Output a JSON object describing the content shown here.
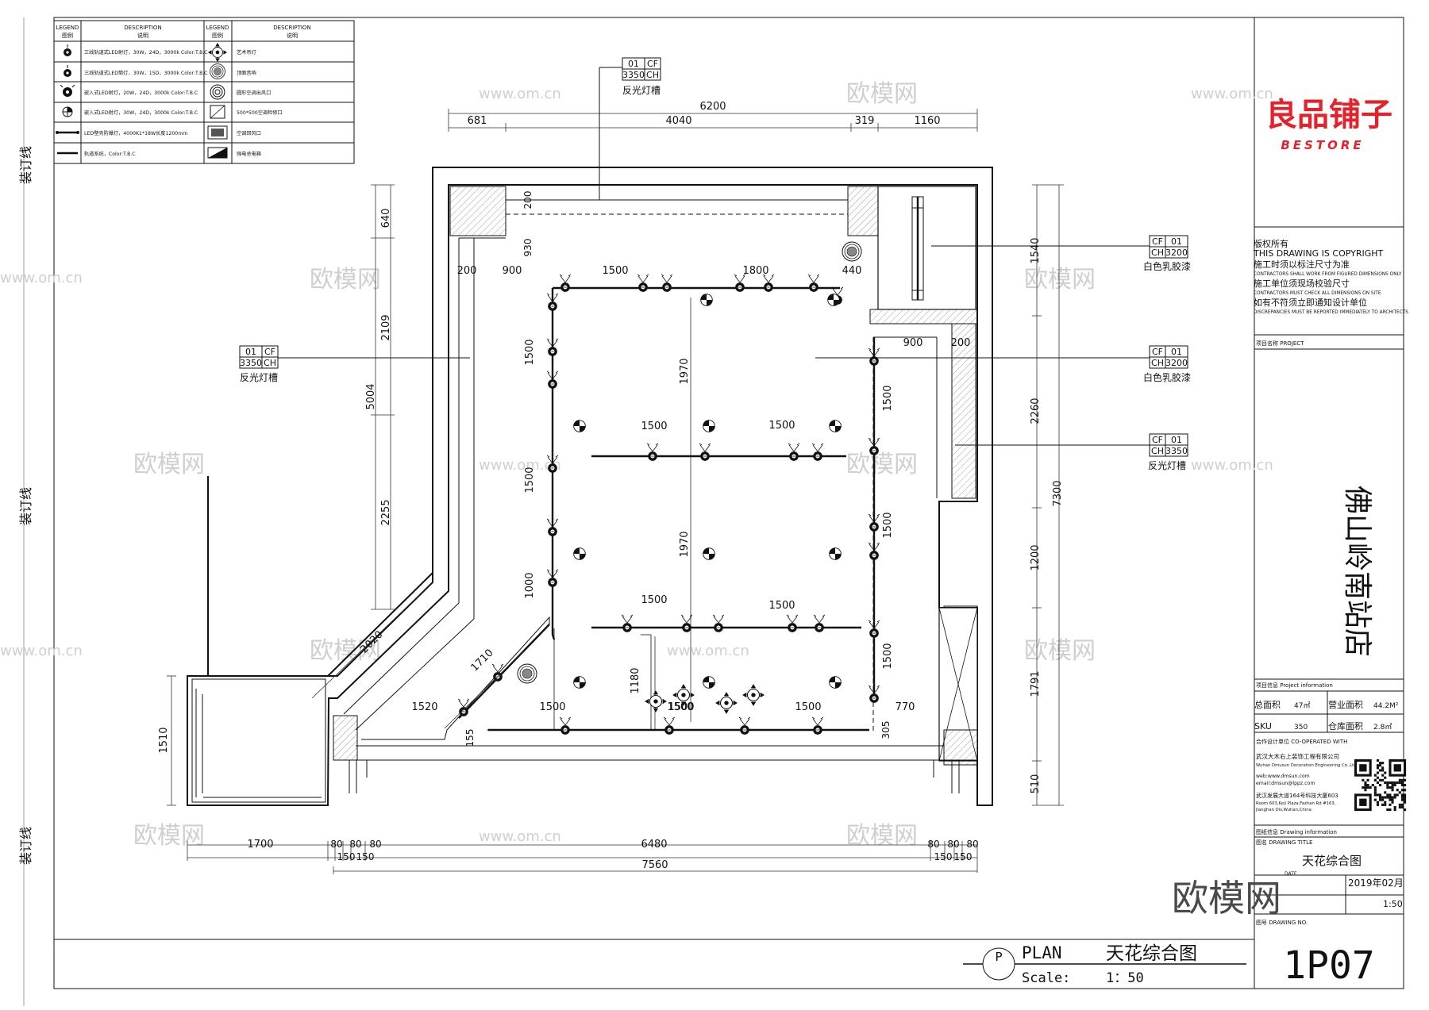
{
  "binding_marks": [
    "装订线",
    "装订线",
    "装订线"
  ],
  "legend": {
    "headers": {
      "legend_en": "LEGEND",
      "legend_cn": "图例",
      "desc_en": "DESCRIPTION",
      "desc_cn": "说明"
    },
    "left_items": [
      {
        "icon": "track-spotlight-icon",
        "text": "三线轨道式LED射灯，30W，24D，3000k Color:T.B.C"
      },
      {
        "icon": "track-spotlight-small-icon",
        "text": "三线轨道式LED筒灯，30W，15D，3000k Color:T.B.C"
      },
      {
        "icon": "recessed-spotlight-icon",
        "text": "嵌入式LED射灯，20W，24D，3000k Color:T.B.C"
      },
      {
        "icon": "recessed-spotlight-30w-icon",
        "text": "嵌入式LED射灯，30W，24D，3000k Color:T.B.C"
      },
      {
        "icon": "led-strip-icon",
        "text": "LED壁壳防爆灯，4000K1*18W长度1200mm"
      },
      {
        "icon": "track-system-icon",
        "text": "轨道系统，Color:T.B.C"
      }
    ],
    "right_items": [
      {
        "icon": "art-light-icon",
        "text": "艺术吊灯"
      },
      {
        "icon": "speaker-icon",
        "text": "顶面音响"
      },
      {
        "icon": "round-ac-outlet-icon",
        "text": "圆形空调出风口"
      },
      {
        "icon": "access-panel-icon",
        "text": "500*500空调检修口"
      },
      {
        "icon": "return-air-icon",
        "text": "空调回风口"
      },
      {
        "icon": "electric-box-icon",
        "text": "强电总电箱"
      }
    ]
  },
  "tags": {
    "top": {
      "code": "01",
      "kind": "CF",
      "height": "3350",
      "hk": "CH",
      "label": "反光灯槽"
    },
    "left": {
      "code": "01",
      "kind": "CF",
      "height": "3350",
      "hk": "CH",
      "label": "反光灯槽"
    },
    "right1": {
      "code": "01",
      "kind": "CF",
      "height": "3200",
      "hk": "CH",
      "label": "白色乳胶漆"
    },
    "right2": {
      "code": "01",
      "kind": "CF",
      "height": "3200",
      "hk": "CH",
      "label": "白色乳胶漆"
    },
    "right3": {
      "code": "01",
      "kind": "CF",
      "height": "3350",
      "hk": "CH",
      "label": "反光灯槽"
    }
  },
  "dimensions": {
    "top_total": "6200",
    "top_segments": [
      "681",
      "4040",
      "319",
      "1160"
    ],
    "bottom_total": "7560",
    "bottom_segments": [
      "1700",
      "80",
      "80",
      "80",
      "150",
      "150",
      "6480",
      "80",
      "80",
      "80",
      "150",
      "150"
    ],
    "left_col": [
      "640",
      "2109",
      "5004",
      "2255",
      "1510"
    ],
    "right_col": [
      "1540",
      "2260",
      "7300",
      "1200",
      "1791",
      "510"
    ],
    "interior": [
      "200",
      "930",
      "200",
      "900",
      "1500",
      "1800",
      "440",
      "900",
      "200",
      "1500",
      "1970",
      "1500",
      "1500",
      "1500",
      "1500",
      "1500",
      "1970",
      "1500",
      "1000",
      "1500",
      "1500",
      "1500",
      "1180",
      "1710",
      "2020",
      "1520",
      "1500",
      "1500",
      "1500",
      "770",
      "305",
      "155"
    ]
  },
  "watermarks": [
    "欧模网",
    "www.om.cn"
  ],
  "titleblock": {
    "logo_cn": "良品铺子",
    "logo_en": "BESTORE",
    "copyright": [
      "版权所有",
      "THIS DRAWING IS COPYRIGHT",
      "施工时须以标注尺寸为准",
      "CONTRACTORS SHALL WORK FROM FIGURED DIMENSIONS ONLY",
      "施工单位须现场校验尺寸",
      "CONTRACTORS MUST CHECK ALL DIMENSIONS ON SITE",
      "如有不符须立即通知设计单位",
      "DISCREPANCIES MUST BE REPORTED IMMEDIATELY TO ARCHITECTS"
    ],
    "project_label": "项目名称 PROJECT",
    "project_name": "佛山岭南站店",
    "info_label": "项目信息 Project information",
    "area_total_label": "总面积",
    "area_total": "47㎡",
    "area_business_label": "营业面积",
    "area_business": "44.2M²",
    "sku_label": "SKU",
    "sku": "350",
    "area_store_label": "仓库面积",
    "area_store": "2.8㎡",
    "coop_label": "合作设计单位 CO-OPERATED WITH",
    "coop_lines": [
      "武汉大木右上装饰工程有限公司",
      "Wuhan Dmusun Decoration Engineering Co.,Ltd.",
      "web:www.dmsun.com",
      "email:dmsun@lppz.com",
      "武汉发展大道164号科技大厦603",
      "Room 603,Keji Plaza,Fazhan Rd #163,",
      "Jianghan Dis,Wuhan,China"
    ],
    "drawing_info_label": "图纸信息 Drawing information",
    "title_label": "图名 DRAWING TITLE",
    "title": "天花综合图",
    "date_label": "DATE",
    "date": "2019年02月",
    "scale_value": "1:50",
    "number_label": "图号 DRAWING NO.",
    "number": "1P07"
  },
  "plan_title": {
    "bubble": "P",
    "word": "PLAN",
    "name": "天花综合图",
    "scale_word": "Scale:",
    "scale": "1：50"
  }
}
